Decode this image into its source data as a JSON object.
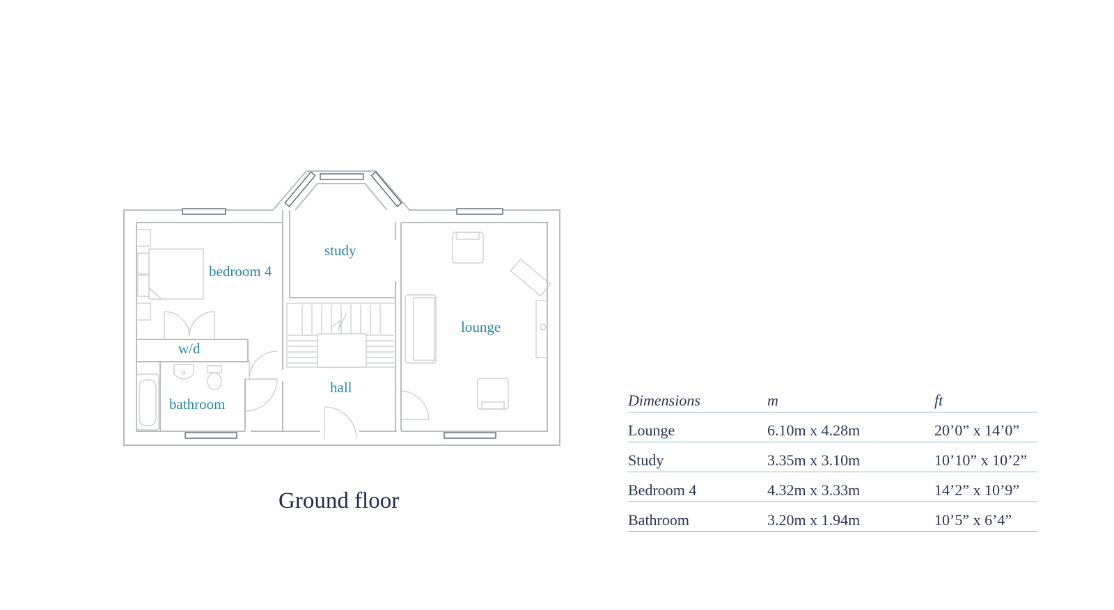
{
  "floor_title": "Ground floor",
  "rooms": {
    "study": "study",
    "bedroom": "bedroom 4",
    "lounge": "lounge",
    "wardrobe": "w/d",
    "hall": "hall",
    "bathroom": "bathroom"
  },
  "dimensions": {
    "headers": [
      "Dimensions",
      "m",
      "ft"
    ],
    "rows": [
      [
        "Lounge",
        "6.10m x 4.28m",
        "20’0” x 14’0”"
      ],
      [
        "Study",
        "3.35m x 3.10m",
        "10’10” x 10’2”"
      ],
      [
        "Bedroom 4",
        "4.32m x 3.33m",
        "14’2” x 10’9”"
      ],
      [
        "Bathroom",
        "3.20m x 1.94m",
        "10’5” x 6’4”"
      ]
    ]
  },
  "colors": {
    "room_label": "#2b86a3",
    "title": "#1f2b4d",
    "table_text": "#2a3556",
    "table_rule": "#7fb8cc",
    "walls": "#b9bdc2"
  }
}
